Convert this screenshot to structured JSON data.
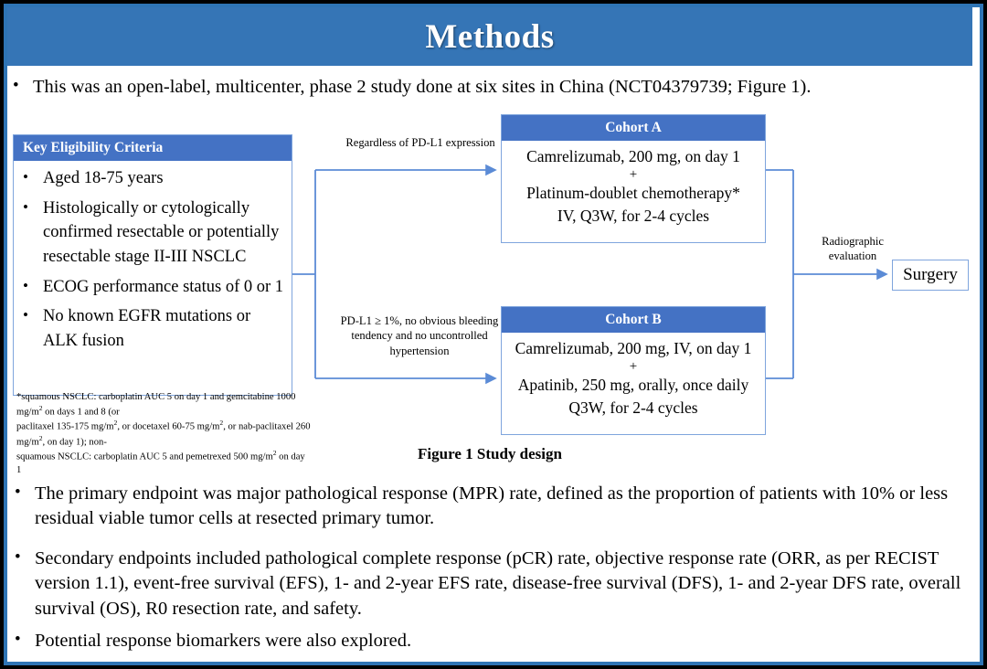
{
  "slide": {
    "title": "Methods",
    "accent_blue": "#3575B6",
    "box_blue": "#4472C4",
    "border_blue": "#2E74B5"
  },
  "intro_bullet": {
    "marker": "•",
    "text": "This was an open-label, multicenter, phase 2 study done at six sites in China (NCT04379739; Figure 1)."
  },
  "figure": {
    "caption": "Figure 1 Study design",
    "eligibility": {
      "header": "Key  Eligibility Criteria",
      "marker": "•",
      "criteria": [
        "Aged 18-75 years",
        "Histologically or cytologically confirmed resectable or potentially resectable stage II-III NSCLC",
        "ECOG performance status of 0 or 1",
        "No known EGFR mutations or ALK fusion"
      ]
    },
    "footnote_lines": [
      "*squamous NSCLC: carboplatin AUC 5 on day 1 and gemcitabine 1000 mg/m² on days 1 and 8 (or",
      "paclitaxel 135-175 mg/m², or docetaxel 60-75 mg/m², or nab-paclitaxel 260 mg/m², on day 1); non-",
      "squamous NSCLC: carboplatin AUC 5 and pemetrexed 500 mg/m² on day 1"
    ],
    "cohort_a": {
      "header": "Cohort A",
      "line1": "Camrelizumab, 200 mg, on day 1",
      "plus": "+",
      "line2": "Platinum-doublet chemotherapy*",
      "line3": "IV, Q3W, for 2-4 cycles"
    },
    "cohort_b": {
      "header": "Cohort B",
      "line1": "Camrelizumab, 200 mg, IV, on day 1",
      "plus": "+",
      "line2": "Apatinib, 250 mg, orally, once daily",
      "line3": "Q3W, for 2-4 cycles"
    },
    "annotation_top": "Regardless of PD-L1 expression",
    "annotation_bottom": "PD-L1 ≥ 1%, no obvious bleeding tendency and no uncontrolled hypertension",
    "annotation_right": "Radiographic evaluation",
    "surgery": "Surgery"
  },
  "bullets": [
    {
      "marker": "•",
      "text": "The primary endpoint was major pathological response (MPR) rate, defined as the proportion of patients with 10% or less residual viable tumor cells at resected primary tumor."
    },
    {
      "marker": "•",
      "text": "Secondary endpoints included pathological complete response (pCR) rate, objective response rate (ORR, as per RECIST version 1.1), event-free survival (EFS), 1- and 2-year EFS rate, disease-free survival (DFS), 1- and 2-year DFS rate, overall survival (OS), R0 resection rate, and safety."
    },
    {
      "marker": "•",
      "text": "Potential response biomarkers were also explored."
    }
  ]
}
